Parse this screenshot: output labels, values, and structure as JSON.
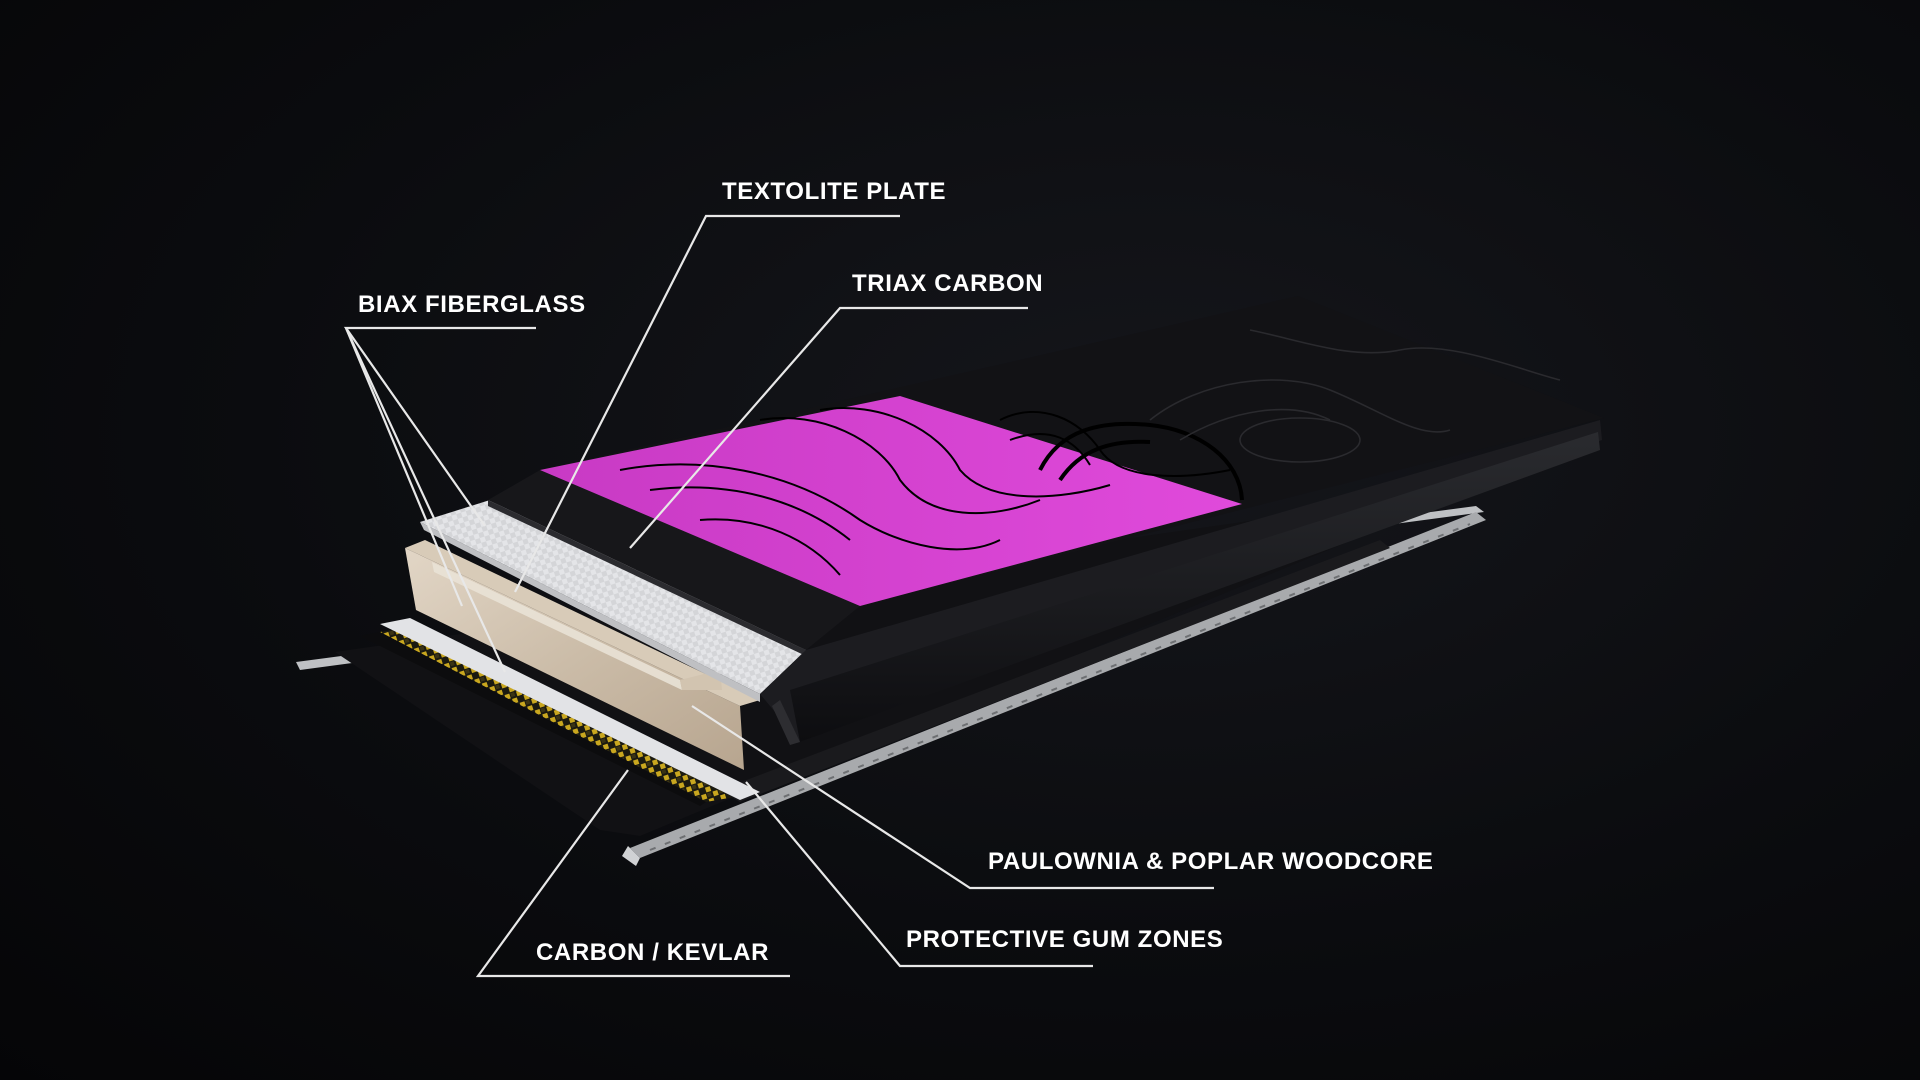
{
  "diagram": {
    "labels": {
      "textolite_plate": "TEXTOLITE PLATE",
      "biax_fiberglass": "BIAX FIBERGLASS",
      "triax_carbon": "TRIAX CARBON",
      "paulownia_poplar_woodcore": "PAULOWNIA & POPLAR WOODCORE",
      "protective_gum_zones": "PROTECTIVE GUM ZONES",
      "carbon_kevlar": "CARBON / KEVLAR"
    },
    "colors": {
      "background": "#0b0c0f",
      "topsheet_pink": "#d63fd0",
      "topsheet_black": "#141416",
      "woodcore": "#cdbfae",
      "fiberglass": "#d9dadd",
      "carbon_kevlar_gold": "#b99a1c",
      "steel_edge": "#c4c6c9",
      "leader_line": "#e8e8e8"
    }
  }
}
